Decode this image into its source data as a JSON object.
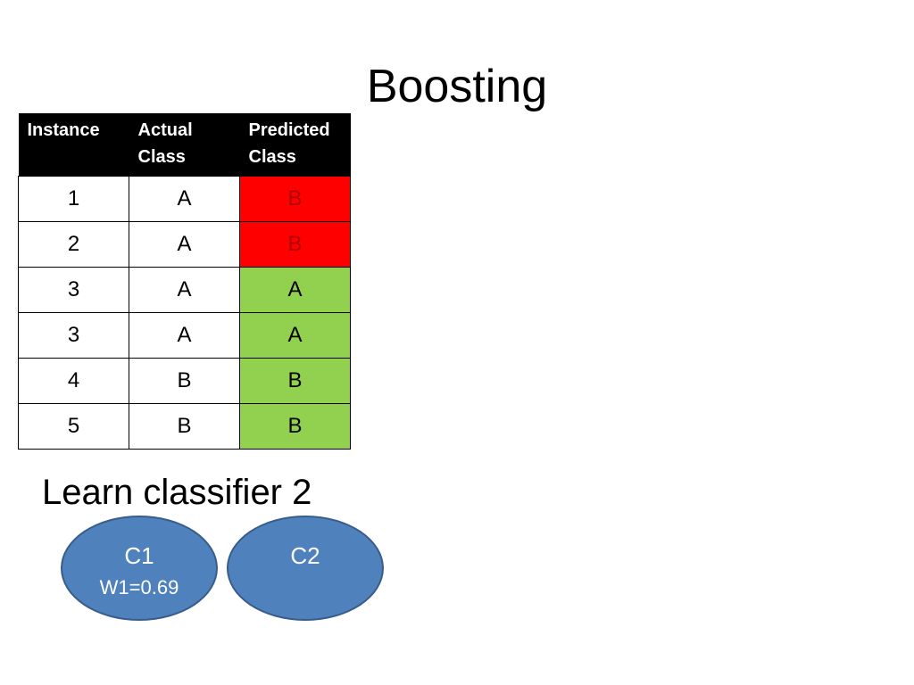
{
  "title": "Boosting",
  "table": {
    "headers": [
      [
        "Instance"
      ],
      [
        "Actual",
        "Class"
      ],
      [
        "Predicted",
        "Class"
      ]
    ],
    "rows": [
      {
        "instance": "1",
        "actual": "A",
        "predicted": "B",
        "correct": false
      },
      {
        "instance": "2",
        "actual": "A",
        "predicted": "B",
        "correct": false
      },
      {
        "instance": "3",
        "actual": "A",
        "predicted": "A",
        "correct": true
      },
      {
        "instance": "3",
        "actual": "A",
        "predicted": "A",
        "correct": true
      },
      {
        "instance": "4",
        "actual": "B",
        "predicted": "B",
        "correct": true
      },
      {
        "instance": "5",
        "actual": "B",
        "predicted": "B",
        "correct": true
      }
    ]
  },
  "subtitle": "Learn classifier 2",
  "classifiers": [
    {
      "name": "C1",
      "weight": "W1=0.69"
    },
    {
      "name": "C2",
      "weight": ""
    }
  ],
  "colors": {
    "wrong": "#ff0000",
    "correct": "#92d050",
    "classifier_fill": "#4f81bd",
    "header_bg": "#000000"
  }
}
